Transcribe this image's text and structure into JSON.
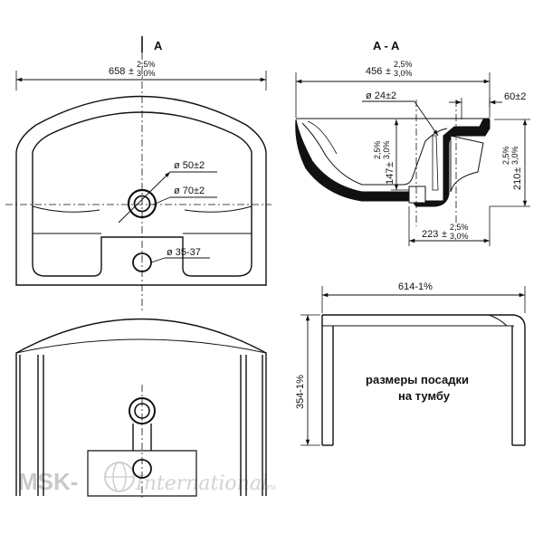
{
  "views": {
    "top_title": "A",
    "section_title": "A - A"
  },
  "dimensions": {
    "width_total": {
      "main": "658",
      "pm": "±",
      "tol_top": "2,5%",
      "tol_bottom": "3,0%"
    },
    "depth_section": {
      "main": "456",
      "pm": "±",
      "tol_top": "2,5%",
      "tol_bottom": "3,0%"
    },
    "drain_dia": "ø 50±2",
    "flange_dia": "ø 70±2",
    "tap_hole_dia": "ø 35-37",
    "overflow_dia": "ø 24±2",
    "rim_width": "60±2",
    "drain_height": {
      "main": "147",
      "pm": "±",
      "tol_top": "2,5%",
      "tol_bottom": "3,0%"
    },
    "total_height": {
      "main": "210",
      "pm": "±",
      "tol_top": "2,5%",
      "tol_bottom": "3,0%"
    },
    "drain_offset": {
      "main": "223",
      "pm": "±",
      "tol_top": "2,5%",
      "tol_bottom": "3,0%"
    },
    "cabinet_width": "614-1%",
    "cabinet_depth": "354-1%"
  },
  "note": {
    "line1": "размеры посадки",
    "line2": "на тумбу"
  },
  "watermark": {
    "brand": "MSK-",
    "script": "International",
    "domain": ".ru"
  }
}
